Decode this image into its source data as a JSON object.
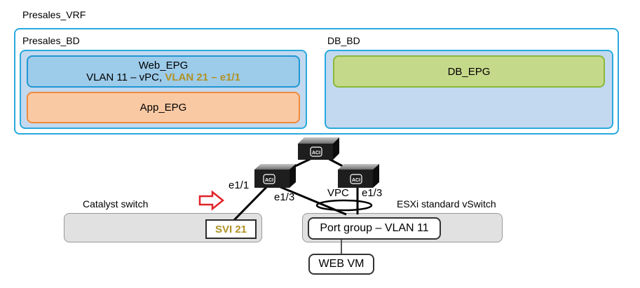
{
  "vrf": {
    "label": "Presales_VRF"
  },
  "bridge_domains": {
    "presales": {
      "label": "Presales_BD",
      "web_epg": {
        "name": "Web_EPG",
        "vlan_vpc": "VLAN 11 – vPC, ",
        "vlan_port": "VLAN 21 – e1/1"
      },
      "app_epg": {
        "name": "App_EPG"
      }
    },
    "db": {
      "label": "DB_BD",
      "db_epg": {
        "name": "DB_EPG"
      }
    }
  },
  "switches": [
    {
      "id": "spine",
      "text": "ACI"
    },
    {
      "id": "leaf-left",
      "text": "ACI"
    },
    {
      "id": "leaf-right",
      "text": "ACI"
    }
  ],
  "links": {
    "leaf_left_port_up": "e1/1",
    "leaf_left_port_down": "e1/3",
    "vpc": "VPC",
    "leaf_right_port": "e1/3"
  },
  "catalyst": {
    "label": "Catalyst switch",
    "svi": "SVI 21"
  },
  "esxi": {
    "label": "ESXi standard vSwitch",
    "port_group": "Port group – VLAN 11",
    "vm": "WEB VM"
  },
  "colors": {
    "container_border": "#29a9df",
    "bd_fill": "#c3d9ef",
    "web_epg": "#9dcbea",
    "app_epg": "#f9c9a3",
    "db_epg": "#c5d98a",
    "highlight_text": "#b09225",
    "arrow": "#e0242a"
  }
}
